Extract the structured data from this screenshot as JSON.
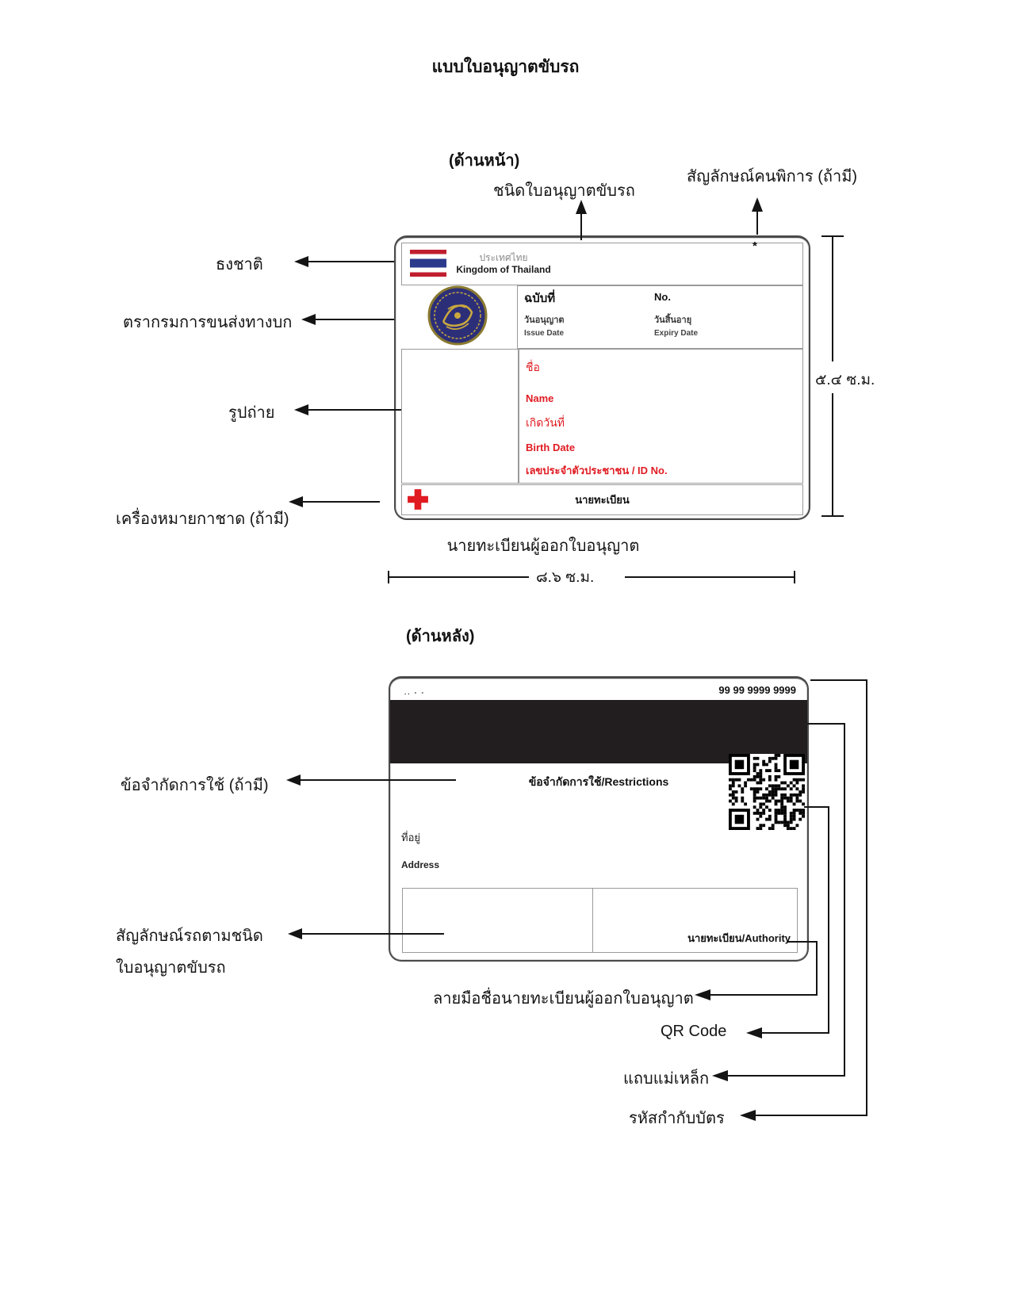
{
  "page": {
    "title": "แบบใบอนุญาตขับรถ"
  },
  "front": {
    "section_label": "(ด้านหน้า)",
    "callouts": {
      "license_type": "ชนิดใบอนุญาตขับรถ",
      "disability_symbol": "สัญลักษณ์คนพิการ (ถ้ามี)",
      "national_flag": "ธงชาติ",
      "dlt_seal": "ตรากรมการขนส่งทางบก",
      "photo": "รูปถ่าย",
      "red_cross_mark": "เครื่องหมายกาชาด (ถ้ามี)",
      "registrar_caption": "นายทะเบียนผู้ออกใบอนุญาต"
    },
    "dimensions": {
      "width": "๘.๖ ซ.ม.",
      "height": "๕.๔ ซ.ม."
    },
    "card": {
      "country_th": "ประเทศไทย",
      "country_en": "Kingdom of Thailand",
      "no_th": "ฉบับที่",
      "no_en": "No.",
      "issue_th": "วันอนุญาต",
      "issue_en": "Issue Date",
      "expiry_th": "วันสิ้นอายุ",
      "expiry_en": "Expiry Date",
      "name_th": "ชื่อ",
      "name_en": "Name",
      "birth_th": "เกิดวันที่",
      "birth_en": "Birth Date",
      "id_no": "เลขประจำตัวประชาชน / ID No.",
      "registrar": "นายทะเบียน",
      "disability_mark": "*"
    }
  },
  "back": {
    "section_label": "(ด้านหลัง)",
    "card": {
      "corner_mark": ".. - -",
      "serial": "99 99 9999 9999",
      "restrictions": "ข้อจำกัดการใช้/Restrictions",
      "address_th": "ที่อยู่",
      "address_en": "Address",
      "authority": "นายทะเบียน/Authority"
    },
    "callouts": {
      "restrictions": "ข้อจำกัดการใช้ (ถ้ามี)",
      "vehicle_symbol_line1": "สัญลักษณ์รถตามชนิด",
      "vehicle_symbol_line2": "ใบอนุญาตขับรถ",
      "signature": "ลายมือชื่อนายทะเบียนผู้ออกใบอนุญาต",
      "qr_code": "QR Code",
      "magnetic_stripe": "แถบแม่เหล็ก",
      "card_code": "รหัสกำกับบัตร"
    }
  },
  "colors": {
    "field_red": "#e01b22",
    "flag_red": "#c01f2f",
    "flag_blue": "#2c3a8c",
    "seal_navy": "#2c2f78",
    "seal_gold": "#c9a83f",
    "stripe_black": "#221e1f"
  }
}
